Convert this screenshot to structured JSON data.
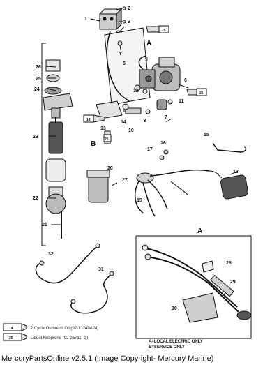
{
  "part_numbers": [
    "1",
    "2",
    "3",
    "4",
    "5",
    "6",
    "7",
    "8",
    "9",
    "10",
    "11",
    "12",
    "13",
    "14",
    "15",
    "16",
    "17",
    "18",
    "19",
    "20",
    "21",
    "22",
    "23",
    "24",
    "25",
    "26",
    "27",
    "28",
    "29",
    "30",
    "31",
    "32"
  ],
  "sections": {
    "a_top": "A",
    "b_left": "B",
    "a_box": "A"
  },
  "tube_codes": {
    "t14": "14",
    "t25": "25"
  },
  "legend": {
    "items": [
      {
        "code": "14",
        "text": "2 Cycle Outboard Oil (92-13249A24)"
      },
      {
        "code": "25",
        "text": "Liquid Neoprene (92-25711--2)"
      }
    ],
    "notes": [
      "A=LOCAL ELECTRIC ONLY",
      "B=SERVICE ONLY"
    ]
  },
  "footer": {
    "copyright": "MercuryPartsOnline v2.5.1 (Image Copyright- Mercury Marine)"
  }
}
